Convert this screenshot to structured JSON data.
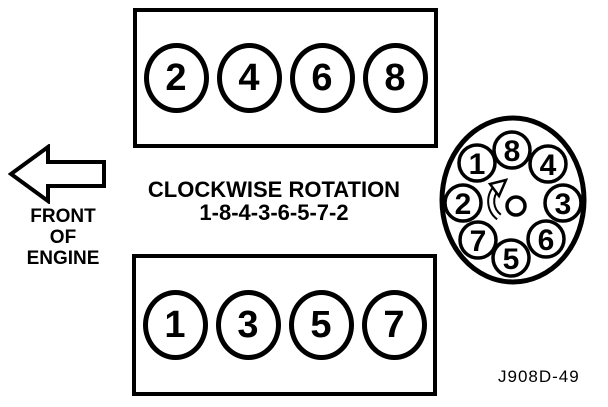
{
  "colors": {
    "ink": "#000000",
    "paper": "#ffffff"
  },
  "banks": {
    "top": {
      "cylinders": [
        "2",
        "4",
        "6",
        "8"
      ]
    },
    "bottom": {
      "cylinders": [
        "1",
        "3",
        "5",
        "7"
      ]
    }
  },
  "front_arrow": {
    "direction": "left",
    "label_lines": [
      "FRONT",
      "OF",
      "ENGINE"
    ]
  },
  "rotation": {
    "label": "CLOCKWISE ROTATION",
    "firing_order": "1-8-4-3-6-5-7-2"
  },
  "distributor": {
    "rotation_direction": "clockwise",
    "terminals_clockwise_from_top": [
      "8",
      "4",
      "3",
      "6",
      "5",
      "7",
      "2",
      "1"
    ]
  },
  "figure_code": "J908D-49"
}
